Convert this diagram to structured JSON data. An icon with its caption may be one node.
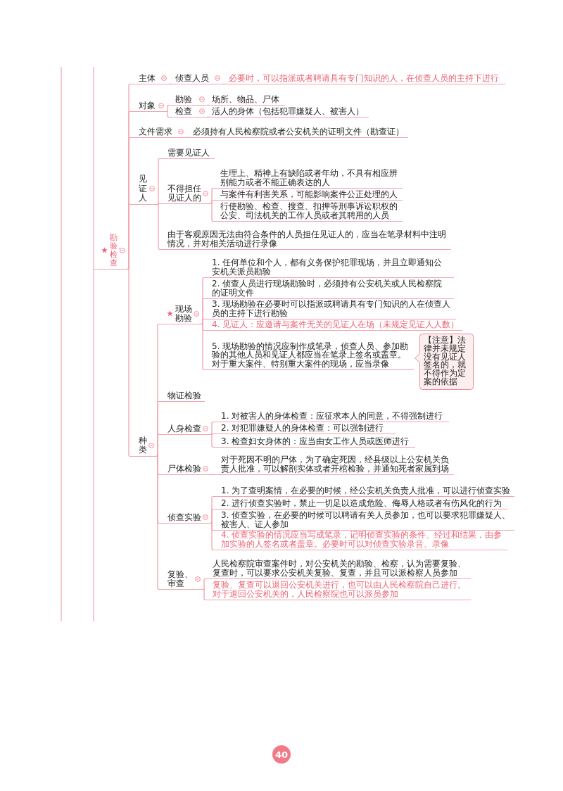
{
  "diagram": {
    "nodes": [
      {
        "text": [
          "勘验、检查"
        ]
      },
      {
        "text": [
          "主体"
        ]
      },
      {
        "text": [
          "侦查人员"
        ]
      },
      {
        "text": [
          "必要时，可以指派或者聘请具有专门知识的人，在侦查人员的主持下进行"
        ]
      },
      {
        "text": [
          "对象"
        ]
      },
      {
        "text": [
          "勘验"
        ]
      },
      {
        "text": [
          "场所、物品、尸体"
        ]
      },
      {
        "text": [
          "检查"
        ]
      },
      {
        "text": [
          "活人的身体（包括犯罪嫌疑人、被害人）"
        ]
      },
      {
        "text": [
          "文件需求"
        ]
      },
      {
        "text": [
          "必须持有人民检察院或者公安机关的证明文件（勘查证）"
        ]
      },
      {
        "text": [
          "见证人"
        ]
      },
      {
        "text": [
          "需要见证人"
        ]
      },
      {
        "text": [
          "不得担任见证人的"
        ]
      },
      {
        "text": [
          "生理上、精神上有缺陷或者年幼，不具有相应辨别能力或者不能正确表达的人"
        ]
      },
      {
        "text": [
          "与案件有利害关系，可能影响案件公正处理的人"
        ]
      },
      {
        "text": [
          "行使勘验、检查、搜查、扣押等刑事诉讼职权的公安、司法机关的工作人员或者其聘用的人员"
        ]
      },
      {
        "text": [
          "由于客观原因无法由符合条件的人员担任见证人的，应当在笔录材料中注明情况，并对相关活动进行录像"
        ]
      },
      {
        "text": [
          "种类"
        ]
      },
      {
        "text": [
          "现场勘验"
        ]
      },
      {
        "text": [
          "1. 任何单位和个人，都有义务保护犯罪现场，并且立即通知公安机关派员勘验"
        ]
      },
      {
        "text": [
          "2. 侦查人员进行现场勘验时，必须持有公安机关或人民检察院的证明文件"
        ]
      },
      {
        "text": [
          "3. 现场勘验在必要时可以指派或聘请具有专门知识的人在侦查人员的主持下进行勘验"
        ]
      },
      {
        "text": [
          "4. 见证人：应邀请与案件无关的见证人在场（未规定见证人人数）"
        ]
      },
      {
        "text": [
          "5. 现场勘验的情况应制作成笔录，侦查人员、参加勘验的其他人员和见证人都应当在笔录上签名或盖章。对于重大案件、特别重大案件的现场，应当录像"
        ]
      },
      {
        "text": [
          "【注意】法律并未规定没有见证人签名的，就不得作为定案的依据"
        ]
      },
      {
        "text": [
          "物证检验"
        ]
      },
      {
        "text": [
          "人身检查"
        ]
      },
      {
        "text": [
          "1. 对被害人的身体检查：应征求本人的同意，不得强制进行"
        ]
      },
      {
        "text": [
          "2. 对犯罪嫌疑人的身体检查：可以强制进行"
        ]
      },
      {
        "text": [
          "3. 检查妇女身体的：应当由女工作人员或医师进行"
        ]
      },
      {
        "text": [
          "尸体检验"
        ]
      },
      {
        "text": [
          "对于死因不明的尸体，为了确定死因，经县级以上公安机关负责人批准，可以解剖实体或者开棺检验，并通知死者家属到场"
        ]
      },
      {
        "text": [
          "侦查实验"
        ]
      },
      {
        "text": [
          "1. 为了查明案情，在必要的时候，经公安机关负责人批准，可以进行侦查实验"
        ]
      },
      {
        "text": [
          "2. 进行侦查实验时，禁止一切足以造成危险、侮辱人格或者有伤风化的行为"
        ]
      },
      {
        "text": [
          "3. 侦查实验，在必要的时候可以聘请有关人员参加，也可以要求犯罪嫌疑人、被害人、证人参加"
        ]
      },
      {
        "text": [
          "4. 侦查实验的情况应当写成笔录，记明侦查实验的条件、经过和结果，由参加实验的人签名或者盖章。必要时可以对侦查实验录音、录像"
        ]
      },
      {
        "text": [
          "复验、审查"
        ]
      },
      {
        "text": [
          "人民检察院审查案件时，对公安机关的勘验、检察，认为需要复验、复查时，可以要求公安机关复验、复查，并且可以派检察人员参加"
        ]
      },
      {
        "text": [
          "复验、复查可以退回公安机关进行，也可以由人民检察院自己进行。对于退回公安机关的，人民检察院也可以派员参加"
        ]
      }
    ],
    "edges": [
      {
        "from": 0,
        "to": 1,
        "arrow": "none"
      },
      {
        "from": 0,
        "to": 4,
        "arrow": "none"
      },
      {
        "from": 0,
        "to": 9,
        "arrow": "none"
      },
      {
        "from": 0,
        "to": 11,
        "arrow": "none"
      },
      {
        "from": 0,
        "to": 18,
        "arrow": "none"
      },
      {
        "from": 1,
        "to": 2,
        "arrow": "none"
      },
      {
        "from": 2,
        "to": 3,
        "arrow": "none"
      },
      {
        "from": 4,
        "to": 5,
        "arrow": "none"
      },
      {
        "from": 4,
        "to": 7,
        "arrow": "none"
      },
      {
        "from": 5,
        "to": 6,
        "arrow": "none"
      },
      {
        "from": 7,
        "to": 8,
        "arrow": "none"
      },
      {
        "from": 9,
        "to": 10,
        "arrow": "none"
      },
      {
        "from": 11,
        "to": 12,
        "arrow": "none"
      },
      {
        "from": 11,
        "to": 13,
        "arrow": "none"
      },
      {
        "from": 11,
        "to": 17,
        "arrow": "none"
      },
      {
        "from": 13,
        "to": 14,
        "arrow": "none"
      },
      {
        "from": 13,
        "to": 15,
        "arrow": "none"
      },
      {
        "from": 13,
        "to": 16,
        "arrow": "none"
      },
      {
        "from": 18,
        "to": 19,
        "arrow": "none"
      },
      {
        "from": 18,
        "to": 26,
        "arrow": "none"
      },
      {
        "from": 18,
        "to": 27,
        "arrow": "none"
      },
      {
        "from": 18,
        "to": 31,
        "arrow": "none"
      },
      {
        "from": 18,
        "to": 33,
        "arrow": "none"
      },
      {
        "from": 18,
        "to": 38,
        "arrow": "none"
      },
      {
        "from": 19,
        "to": 20,
        "arrow": "none"
      },
      {
        "from": 19,
        "to": 21,
        "arrow": "none"
      },
      {
        "from": 19,
        "to": 22,
        "arrow": "none"
      },
      {
        "from": 19,
        "to": 23,
        "arrow": "none"
      },
      {
        "from": 19,
        "to": 24,
        "arrow": "none"
      },
      {
        "from": 27,
        "to": 28,
        "arrow": "none"
      },
      {
        "from": 27,
        "to": 29,
        "arrow": "none"
      },
      {
        "from": 27,
        "to": 30,
        "arrow": "none"
      },
      {
        "from": 31,
        "to": 32,
        "arrow": "none"
      },
      {
        "from": 33,
        "to": 34,
        "arrow": "none"
      },
      {
        "from": 33,
        "to": 35,
        "arrow": "none"
      },
      {
        "from": 33,
        "to": 36,
        "arrow": "none"
      },
      {
        "from": 33,
        "to": 37,
        "arrow": "none"
      },
      {
        "from": 38,
        "to": 39,
        "arrow": "none"
      },
      {
        "from": 38,
        "to": 40,
        "arrow": "none"
      }
    ],
    "labels": [
      "40"
    ]
  }
}
